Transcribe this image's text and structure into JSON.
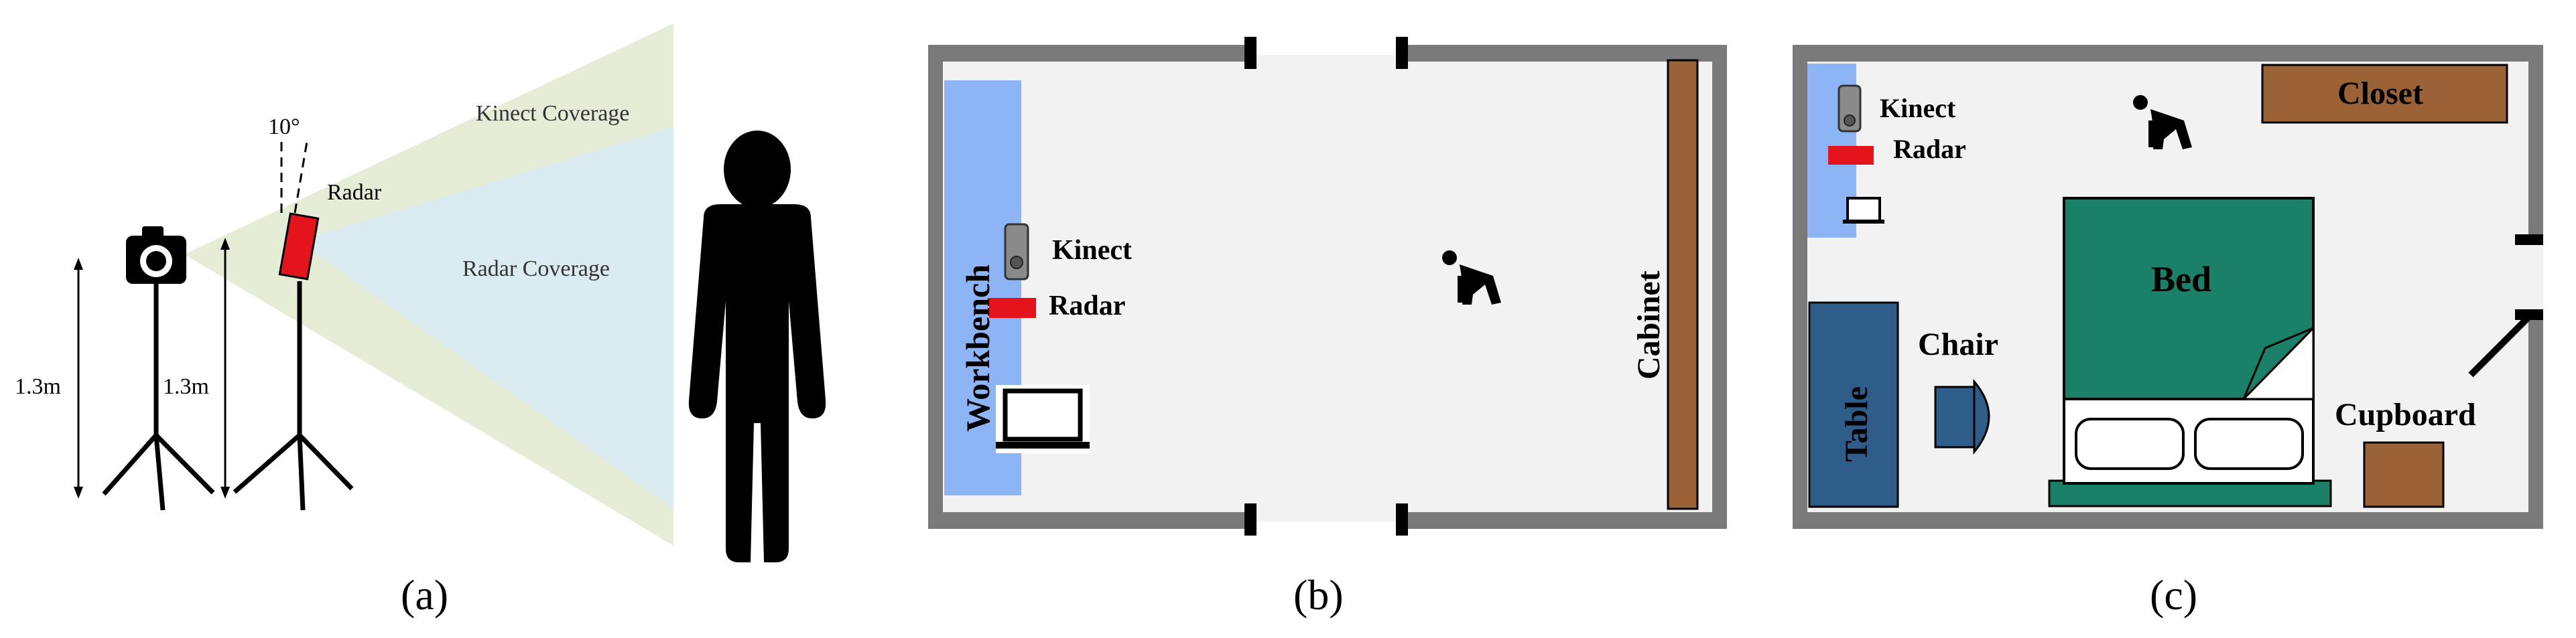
{
  "panel_a": {
    "kinect_coverage_label": "Kinect Coverage",
    "radar_coverage_label": "Radar Coverage",
    "radar_label": "Radar",
    "tilt_label": "10°",
    "camera_height": "1.3m",
    "radar_height": "1.3m",
    "caption": "(a)"
  },
  "panel_b": {
    "workbench_label": "Workbench",
    "kinect_label": "Kinect",
    "radar_label": "Radar",
    "cabinet_label": "Cabinet",
    "caption": "(b)"
  },
  "panel_c": {
    "kinect_label": "Kinect",
    "radar_label": "Radar",
    "closet_label": "Closet",
    "bed_label": "Bed",
    "chair_label": "Chair",
    "table_label": "Table",
    "cupboard_label": "Cupboard",
    "caption": "(c)"
  },
  "colors": {
    "kinect_coverage": "#e6edd6",
    "radar_coverage": "#daecf1",
    "radar_device": "#e3141b",
    "workbench": "#8db4f4",
    "wall": "#7a7a7a",
    "cabinet": "#9a6235",
    "bed": "#1a8068",
    "table": "#2f5d8a",
    "chair": "#2f5d8a",
    "room_floor": "#f2f2f2"
  }
}
